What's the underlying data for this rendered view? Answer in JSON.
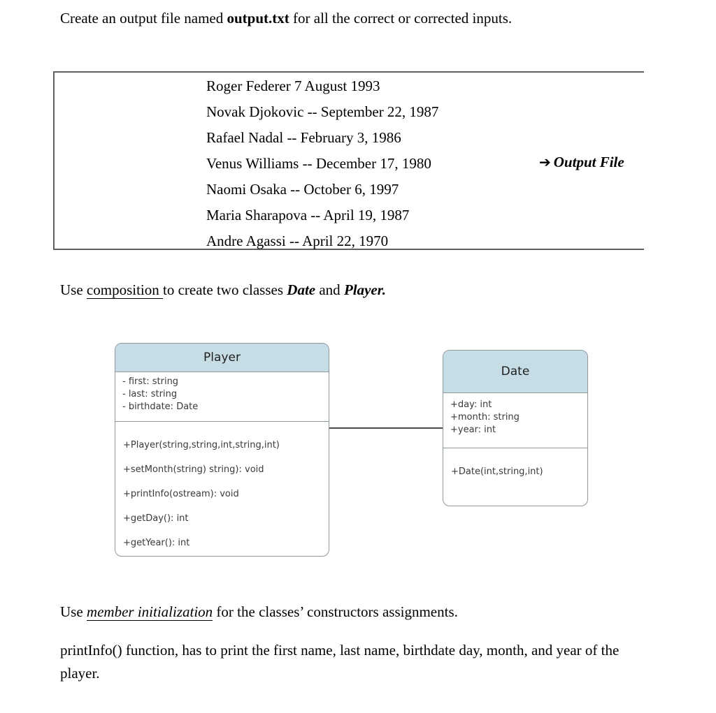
{
  "intro": {
    "prefix": "Create an output file named ",
    "filename": "output.txt",
    "suffix": " for all the correct or corrected inputs."
  },
  "input_box": {
    "players": [
      "Roger Federer 7 August 1993",
      "Novak Djokovic -- September 22, 1987",
      "Rafael Nadal -- February 3, 1986",
      "Venus Williams -- December 17, 1980",
      "Naomi Osaka -- October 6, 1997",
      "Maria Sharapova -- April 19, 1987",
      "Andre Agassi -- April 22, 1970"
    ],
    "output_file": {
      "arrow": "➔",
      "label": "Output File"
    }
  },
  "composition_line": {
    "prefix": "Use ",
    "underlined": "composition ",
    "middle": "to create two classes ",
    "class1": "Date",
    "conjunction": " and ",
    "class2": "Player."
  },
  "diagram": {
    "player_class": {
      "title": "Player",
      "attributes": [
        "- first: string",
        "- last: string",
        "- birthdate: Date"
      ],
      "methods": [
        "+Player(string,string,int,string,int)",
        "+setMonth(string) string): void",
        "+printInfo(ostream): void",
        "+getDay(): int",
        "+getYear(): int"
      ]
    },
    "date_class": {
      "title": "Date",
      "attributes": [
        "+day: int",
        "+month: string",
        "+year: int"
      ],
      "methods": [
        "+Date(int,string,int)"
      ]
    },
    "colors": {
      "class_header_fill": "#c6dde6",
      "class_border": "#8d979c",
      "connector": "#4a4a4a"
    }
  },
  "member_init_line": {
    "prefix": "Use ",
    "emphasized": "member initialization",
    "suffix": " for the classes’ constructors assignments."
  },
  "printinfo_para": {
    "line1": "printInfo() function, has to print the first name, last name, birthdate day, month, and year of the",
    "line2": "player."
  }
}
